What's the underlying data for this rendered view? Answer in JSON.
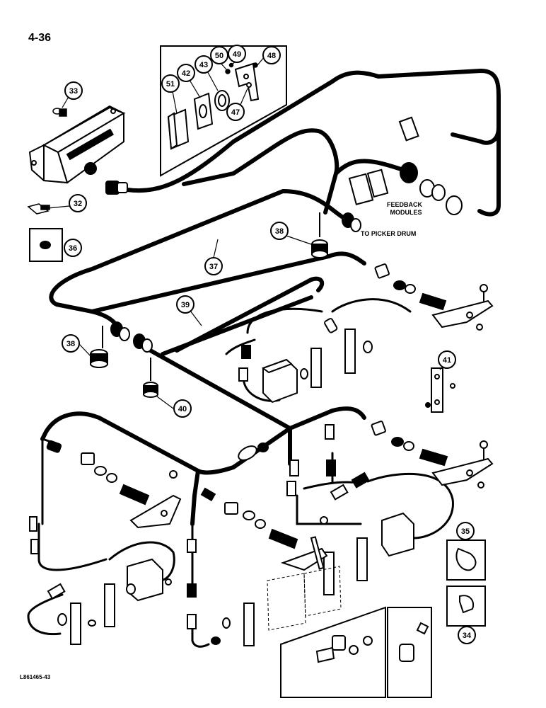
{
  "page_number": "4-36",
  "figure_code": "L861465-43",
  "notes": {
    "feedback_line1": "FEEDBACK",
    "feedback_line2": "MODULES",
    "picker_drum": "TO PICKER DRUM"
  },
  "callouts": {
    "c33": "33",
    "c32": "32",
    "c36": "36",
    "c51": "51",
    "c42": "42",
    "c43": "43",
    "c50": "50",
    "c49": "49",
    "c48": "48",
    "c47": "47",
    "c38a": "38",
    "c38b": "38",
    "c37": "37",
    "c39": "39",
    "c40": "40",
    "c41": "41",
    "c35": "35",
    "c34": "34"
  }
}
